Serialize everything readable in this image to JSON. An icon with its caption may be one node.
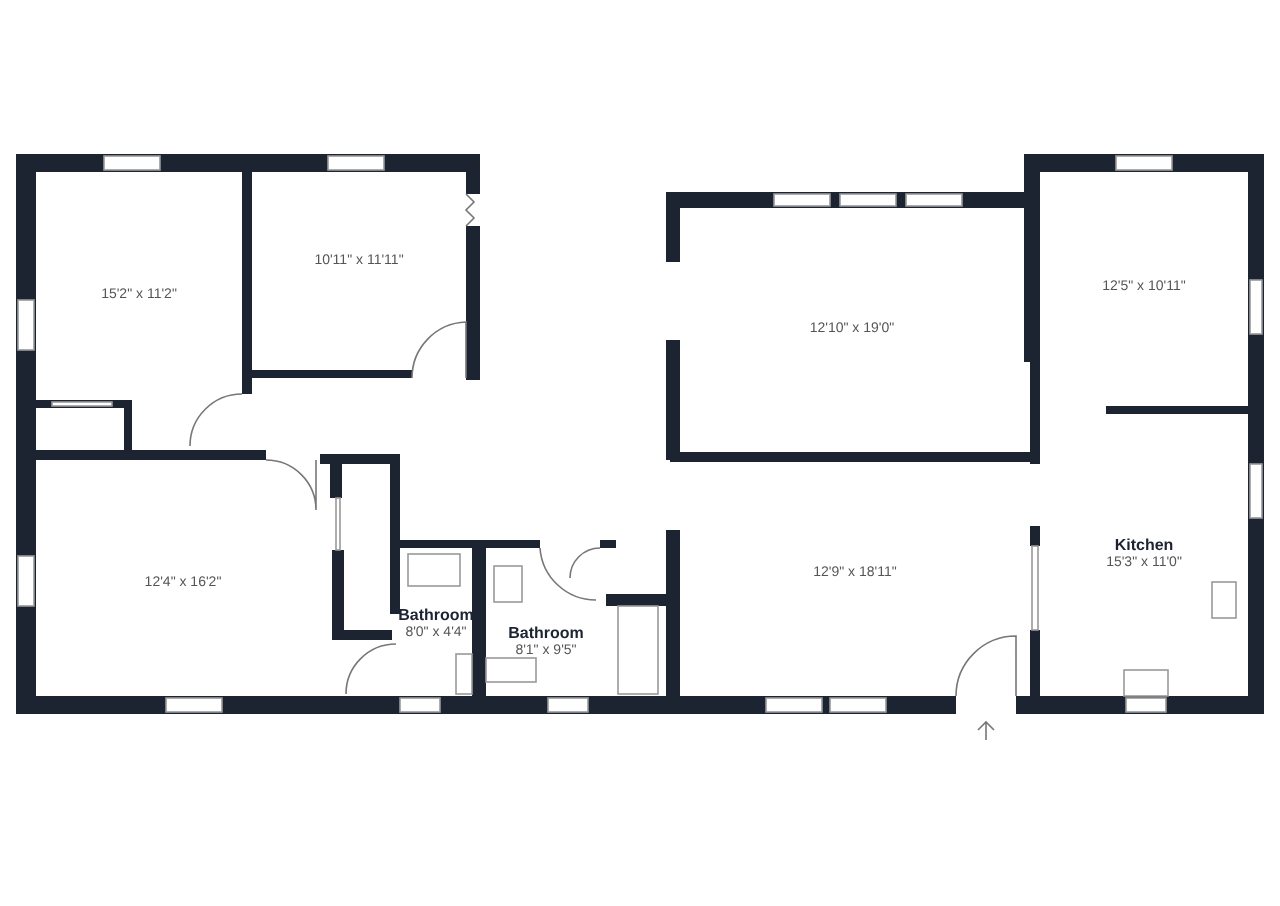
{
  "diagram": {
    "nodes": [
      {
        "text": [
          "15'2\" x 11'2\""
        ]
      },
      {
        "text": [
          "10'11\" x 11'11\""
        ]
      },
      {
        "text": [
          "12'4\" x 16'2\""
        ]
      },
      {
        "text": [
          "Bathroom",
          "8'0\" x 4'4\""
        ]
      },
      {
        "text": [
          "Bathroom",
          "8'1\" x 9'5\""
        ]
      },
      {
        "text": [
          "12'10\" x 19'0\""
        ]
      },
      {
        "text": [
          "12'5\" x 10'11\""
        ]
      },
      {
        "text": [
          "12'9\" x 18'11\""
        ]
      },
      {
        "text": [
          "Kitchen",
          "15'3\" x 11'0\""
        ]
      }
    ],
    "edges": []
  }
}
